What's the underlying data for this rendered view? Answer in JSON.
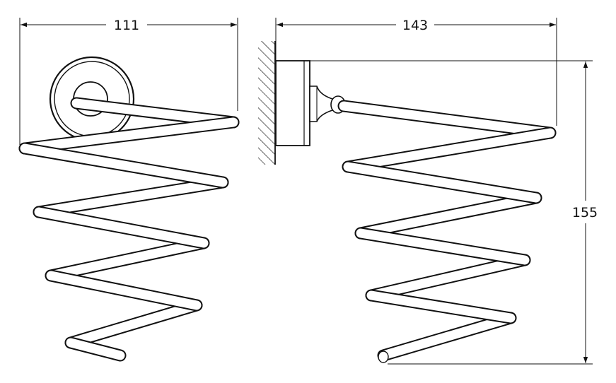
{
  "dimensions": {
    "front_width": "111",
    "side_depth": "143",
    "side_height": "155"
  },
  "colors": {
    "line": "#111111",
    "background": "#ffffff"
  }
}
